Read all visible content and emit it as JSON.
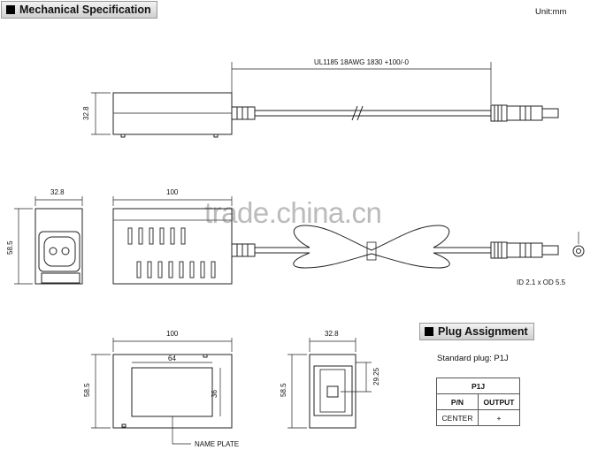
{
  "header_mech": "Mechanical Specification",
  "header_plug": "Plug Assignment",
  "unit": "Unit:mm",
  "cable_label": "UL1185 18AWG 1830 +100/-0",
  "dims": {
    "side_height": "32.8",
    "front_width": "32.8",
    "front_height": "58.5",
    "top_length": "100",
    "bottom_length": "100",
    "bottom_height": "58.5",
    "plate_width": "64",
    "plate_height": "36",
    "end_width": "32.8",
    "end_height": "58.5",
    "end_offset": "29.25"
  },
  "plug_size": "ID 2.1 x OD 5.5",
  "name_plate": "NAME PLATE",
  "watermark": "trade.china.cn",
  "standard_plug": "Standard plug: P1J",
  "table": {
    "title": "P1J",
    "col1": "P/N",
    "col2": "OUTPUT",
    "row_pn": "CENTER",
    "row_out": "+"
  }
}
